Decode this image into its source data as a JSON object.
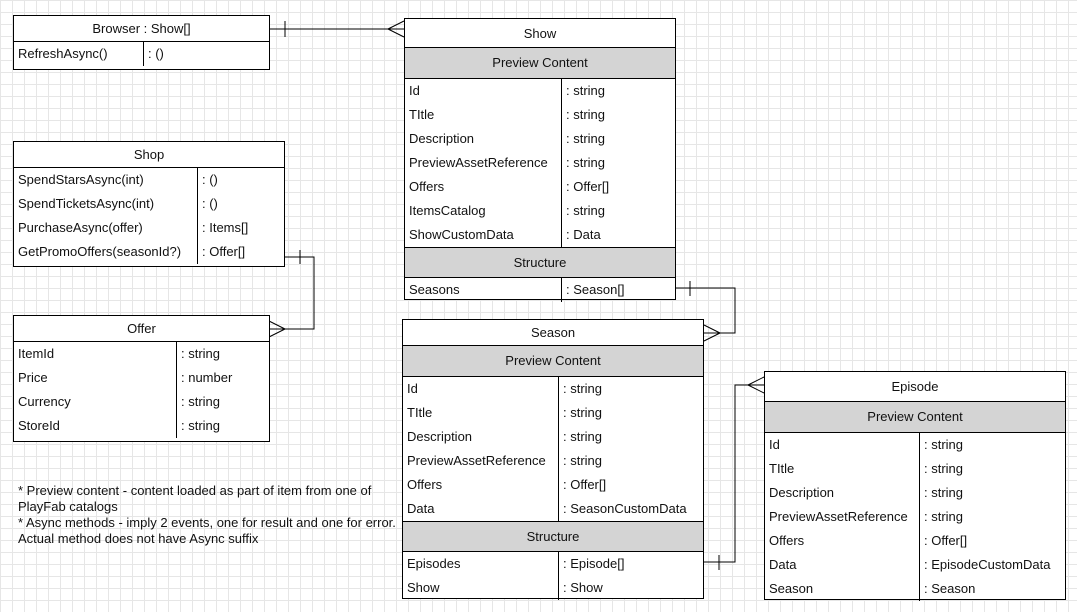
{
  "entities": {
    "browser": {
      "title": "Browser : Show[]",
      "rows": [
        {
          "name": "RefreshAsync()",
          "type": ": ()"
        }
      ]
    },
    "shop": {
      "title": "Shop",
      "rows": [
        {
          "name": "SpendStarsAsync(int)",
          "type": ": ()"
        },
        {
          "name": "SpendTicketsAsync(int)",
          "type": ": ()"
        },
        {
          "name": "PurchaseAsync(offer)",
          "type": ": Items[]"
        },
        {
          "name": "GetPromoOffers(seasonId?)",
          "type": ": Offer[]"
        }
      ]
    },
    "offer": {
      "title": "Offer",
      "rows": [
        {
          "name": "ItemId",
          "type": ": string"
        },
        {
          "name": "Price",
          "type": ": number"
        },
        {
          "name": "Currency",
          "type": ": string"
        },
        {
          "name": "StoreId",
          "type": ": string"
        }
      ]
    },
    "show": {
      "title": "Show",
      "preview_label": "Preview Content",
      "preview_rows": [
        {
          "name": "Id",
          "type": ": string"
        },
        {
          "name": "TItle",
          "type": ": string"
        },
        {
          "name": "Description",
          "type": ": string"
        },
        {
          "name": "PreviewAssetReference",
          "type": ": string"
        },
        {
          "name": "Offers",
          "type": ": Offer[]"
        },
        {
          "name": "ItemsCatalog",
          "type": ": string"
        },
        {
          "name": "ShowCustomData",
          "type": ": Data"
        }
      ],
      "structure_label": "Structure",
      "structure_rows": [
        {
          "name": "Seasons",
          "type": ": Season[]"
        }
      ]
    },
    "season": {
      "title": "Season",
      "preview_label": "Preview Content",
      "preview_rows": [
        {
          "name": "Id",
          "type": ": string"
        },
        {
          "name": "TItle",
          "type": ": string"
        },
        {
          "name": "Description",
          "type": ": string"
        },
        {
          "name": "PreviewAssetReference",
          "type": ": string"
        },
        {
          "name": "Offers",
          "type": ": Offer[]"
        },
        {
          "name": "Data",
          "type": ": SeasonCustomData"
        }
      ],
      "structure_label": "Structure",
      "structure_rows": [
        {
          "name": "Episodes",
          "type": ": Episode[]"
        },
        {
          "name": "Show",
          "type": ": Show"
        }
      ]
    },
    "episode": {
      "title": "Episode",
      "preview_label": "Preview Content",
      "preview_rows": [
        {
          "name": "Id",
          "type": ": string"
        },
        {
          "name": "TItle",
          "type": ": string"
        },
        {
          "name": "Description",
          "type": ": string"
        },
        {
          "name": "PreviewAssetReference",
          "type": ": string"
        },
        {
          "name": "Offers",
          "type": ": Offer[]"
        },
        {
          "name": "Data",
          "type": ": EpisodeCustomData"
        },
        {
          "name": "Season",
          "type": ": Season"
        }
      ]
    }
  },
  "notes": [
    "* Preview content - content loaded as part of item from one of PlayFab catalogs",
    "* Async methods - imply 2 events, one for result and one for error. Actual method does not have Async suffix"
  ]
}
